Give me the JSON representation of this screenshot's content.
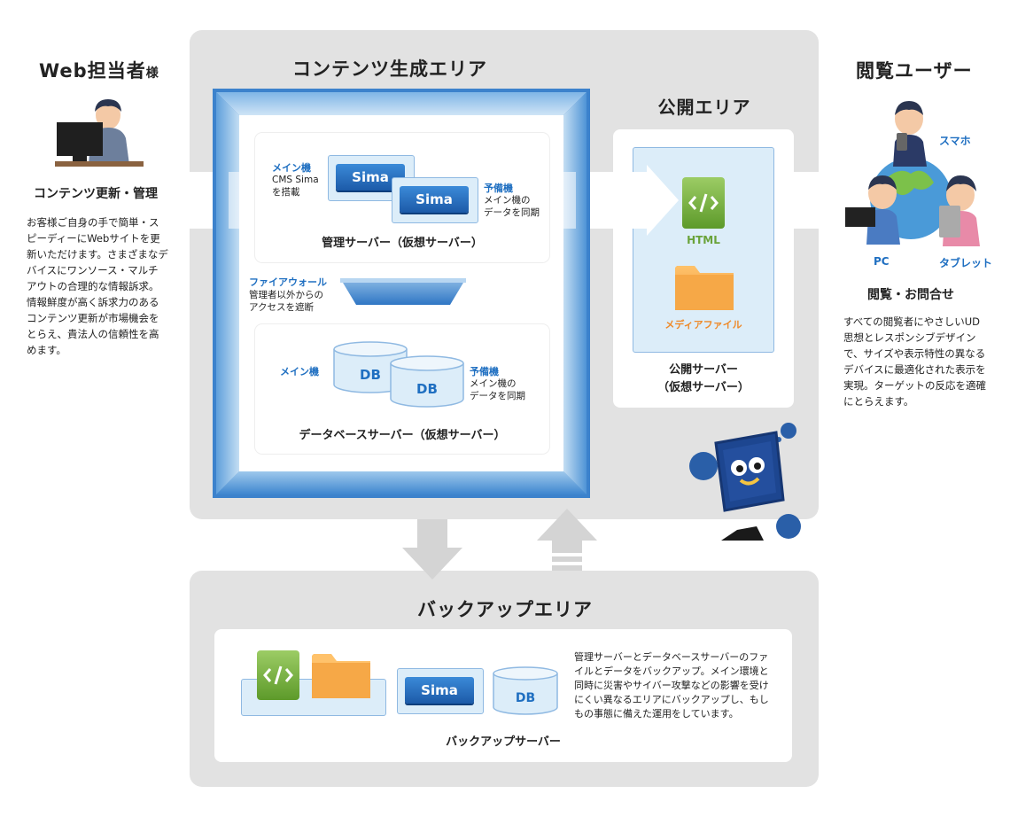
{
  "left": {
    "title": "Web担当者",
    "title_suffix": "様",
    "subtitle": "コンテンツ更新・管理",
    "description": "お客様ご自身の手で簡単・スピーディーにWebサイトを更新いただけます。さまざまなデバイスにワンソース・マルチアウトの合理的な情報訴求。情報鮮度が高く訴求力のあるコンテンツ更新が市場機会をとらえ、貴法人の信頼性を高めます。"
  },
  "content_area": {
    "title": "コンテンツ生成エリア",
    "management_server": {
      "main_label": "メイン機",
      "main_desc": [
        "CMS Sima",
        "を搭載"
      ],
      "backup_label": "予備機",
      "backup_desc": [
        "メイン機の",
        "データを同期"
      ],
      "logo_text": "Sima",
      "name": "管理サーバー（仮想サーバー）"
    },
    "firewall": {
      "label": "ファイアウォール",
      "desc": [
        "管理者以外からの",
        "アクセスを遮断"
      ]
    },
    "database_server": {
      "main_label": "メイン機",
      "backup_label": "予備機",
      "backup_desc": [
        "メイン機の",
        "データを同期"
      ],
      "db_text": "DB",
      "name": "データベースサーバー（仮想サーバー）"
    }
  },
  "public_area": {
    "title": "公開エリア",
    "html_label": "HTML",
    "media_label": "メディアファイル",
    "server_name": [
      "公開サーバー",
      "（仮想サーバー）"
    ]
  },
  "right": {
    "title": "閲覧ユーザー",
    "device_smartphone": "スマホ",
    "device_pc": "PC",
    "device_tablet": "タブレット",
    "subtitle": "閲覧・お問合せ",
    "description": "すべての閲覧者にやさしいUD思想とレスポンシブデザインで、サイズや表示特性の異なるデバイスに最適化された表示を実現。ターゲットの反応を適確にとらえます。"
  },
  "backup_area": {
    "title": "バックアップエリア",
    "logo_text": "Sima",
    "db_text": "DB",
    "description": "管理サーバーとデータベースサーバーのファイルとデータをバックアップ。メイン環境と同時に災害やサイバー攻撃などの影響を受けにくい異なるエリアにバックアップし、もしもの事態に備えた運用をしています。",
    "server_name": "バックアップサーバー"
  },
  "colors": {
    "panel_gray": "#e2e2e2",
    "accent_blue": "#1f6fc1",
    "frame_blue": "#5a9bd8",
    "html_green": "#7cb342",
    "media_orange": "#f0a848"
  }
}
